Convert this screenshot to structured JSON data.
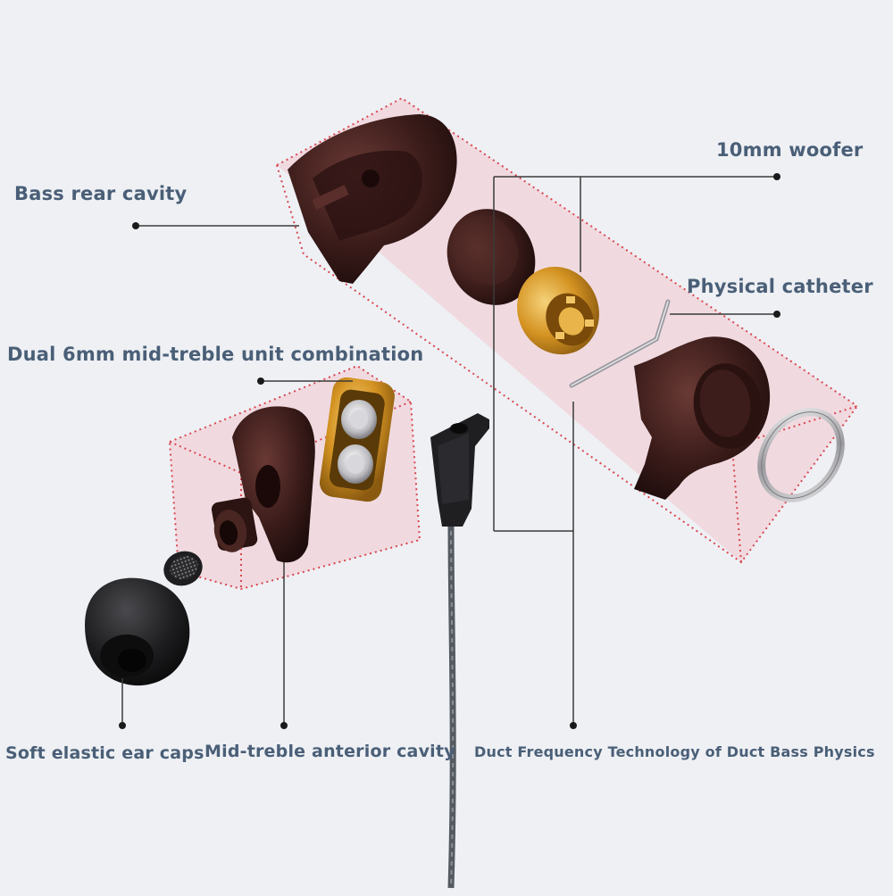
{
  "labels": {
    "bass_rear_cavity": "Bass rear cavity",
    "woofer_10mm": "10mm woofer",
    "physical_catheter": "Physical catheter",
    "dual_mid_treble": "Dual 6mm mid-treble unit combination",
    "soft_ear_caps": "Soft elastic ear caps",
    "mid_treble_anterior": "Mid-treble anterior cavity",
    "duct_frequency": "Duct Frequency Technology of Duct Bass Physics"
  },
  "colors": {
    "background": "#eef0f4",
    "label_text": "#4a5f77",
    "leader_line": "#3a3a3a",
    "volume_fill": "#f3c9cf",
    "volume_dots": "#d9464f",
    "housing_brown": "#3b1c1a",
    "gold": "#c98a1e",
    "ear_cap": "#1e1e20",
    "cable": "#555a60"
  }
}
